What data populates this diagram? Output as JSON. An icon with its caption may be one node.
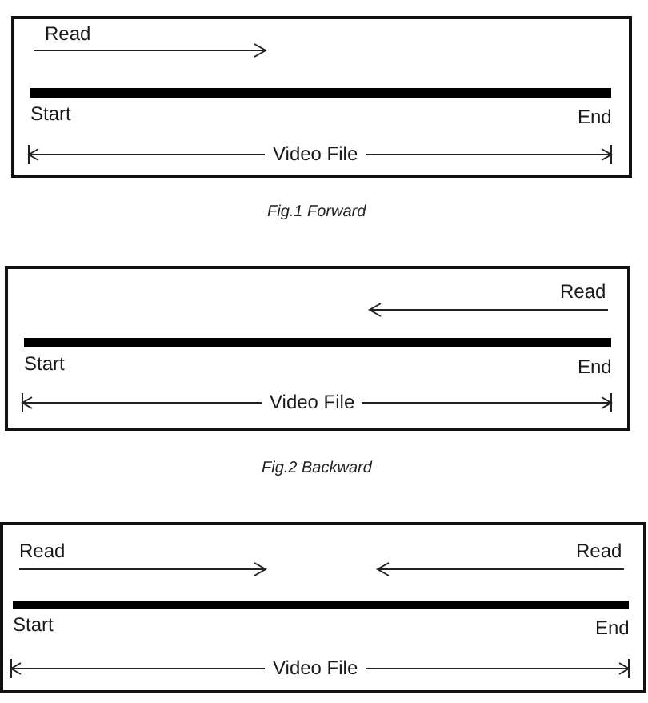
{
  "diagram": {
    "nodes": [
      {
        "text": [
          "Read",
          "Start",
          "End",
          "Video File"
        ],
        "beside": [
          "Fig.1 Forward"
        ]
      },
      {
        "text": [
          "Read",
          "Start",
          "End",
          "Video File"
        ],
        "beside": [
          "Fig.2 Backward"
        ]
      },
      {
        "text": [
          "Read",
          "Read",
          "Start",
          "End",
          "Video File"
        ]
      }
    ]
  }
}
